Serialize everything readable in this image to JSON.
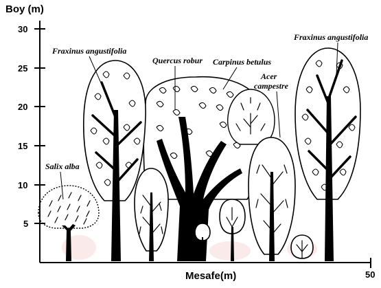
{
  "axis": {
    "y_title": "Boy (m)",
    "x_title": "Mesafe(m)",
    "y_ticks": [
      "30",
      "25",
      "20",
      "15",
      "10",
      "5"
    ],
    "x_end_tick": "50"
  },
  "species": {
    "fraxinus_left": "Fraxinus angustifolia",
    "quercus": "Quercus robur",
    "carpinus": "Carpinus betulus",
    "acer_line1": "Acer",
    "acer_line2": "campestre",
    "fraxinus_right": "Fraxinus angustifolia",
    "salix": "Salix alba"
  }
}
